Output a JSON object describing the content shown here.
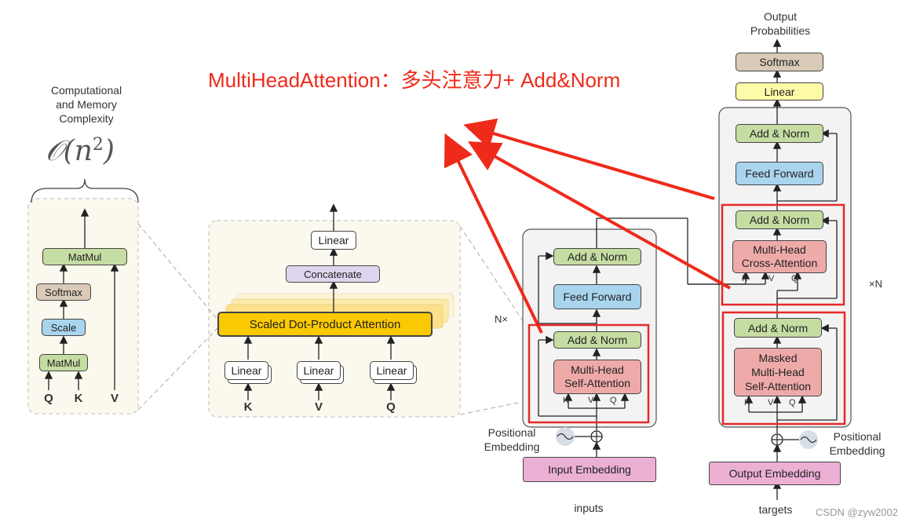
{
  "header_fragment": "",
  "title": "MultiHeadAttention：多头注意力+ Add&Norm",
  "complexity": {
    "caption_lines": [
      "Computational",
      "and Memory",
      "Complexity"
    ],
    "formula_main": "𝒪(n",
    "formula_exp": "2",
    "formula_close": ")"
  },
  "sdpa_block": {
    "matmul_top": "MatMul",
    "softmax": "Softmax",
    "scale": "Scale",
    "matmul_bottom": "MatMul",
    "inputs": [
      "Q",
      "K",
      "V"
    ]
  },
  "multihead_block": {
    "linear_top": "Linear",
    "concatenate": "Concatenate",
    "sdpa": "Scaled Dot-Product Attention",
    "linear": "Linear",
    "inputs": [
      "K",
      "V",
      "Q"
    ]
  },
  "encoder": {
    "add_norm": "Add & Norm",
    "feed_forward": "Feed Forward",
    "self_attention_line1": "Multi-Head",
    "self_attention_line2": "Self-Attention",
    "kvq": [
      "K",
      "V",
      "Q"
    ],
    "repeat": "N×",
    "positional_line1": "Positional",
    "positional_line2": "Embedding",
    "input_embedding": "Input Embedding",
    "inputs_label": "inputs"
  },
  "decoder": {
    "output_line1": "Output",
    "output_line2": "Probabilities",
    "softmax": "Softmax",
    "linear": "Linear",
    "add_norm": "Add & Norm",
    "feed_forward": "Feed Forward",
    "cross_attention_line1": "Multi-Head",
    "cross_attention_line2": "Cross-Attention",
    "masked_line1": "Masked",
    "masked_line2": "Multi-Head",
    "masked_line3": "Self-Attention",
    "kvq": [
      "K",
      "V",
      "Q"
    ],
    "repeat": "×N",
    "positional_line1": "Positional",
    "positional_line2": "Embedding",
    "output_embedding": "Output Embedding",
    "targets_label": "targets"
  },
  "watermark": "CSDN @zyw2002",
  "colors": {
    "green": "#c5dca2",
    "blue": "#a9d4ee",
    "yellow": "#fdfaa8",
    "orange": "#fbc901",
    "pink": "#eeaaa9",
    "magenta": "#ecb0d4",
    "red": "#ee2a1a"
  }
}
